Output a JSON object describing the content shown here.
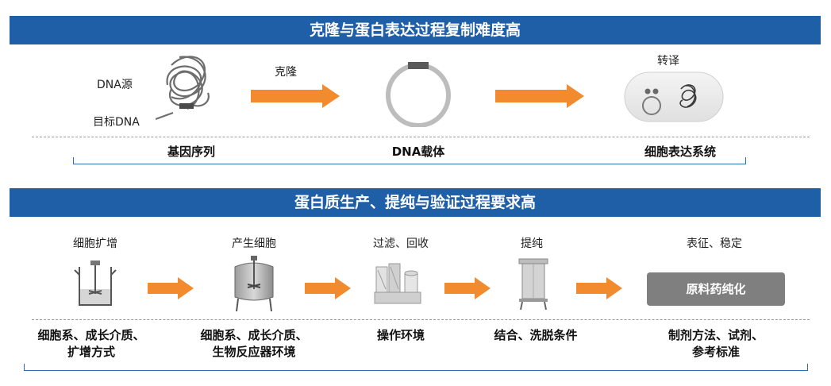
{
  "section1": {
    "title": "克隆与蛋白表达过程复制难度高",
    "dna_label": "DNA源",
    "target_label": "目标DNA",
    "arrow1_label": "克隆",
    "arrow2_label": "转译",
    "stages": [
      "基因序列",
      "DNA载体",
      "细胞表达系统"
    ]
  },
  "section2": {
    "title": "蛋白质生产、提纯与验证过程要求高",
    "steps": [
      {
        "top": "细胞扩增",
        "bottom": [
          "细胞系、成长介质、",
          "扩增方式"
        ]
      },
      {
        "top": "产生细胞",
        "bottom": [
          "细胞系、成长介质、",
          "生物反应器环境"
        ]
      },
      {
        "top": "过滤、回收",
        "bottom": [
          "操作环境"
        ]
      },
      {
        "top": "提纯",
        "bottom": [
          "结合、洗脱条件"
        ]
      },
      {
        "top": "表征、稳定",
        "bottom": [
          "制剂方法、试剂、",
          "参考标准"
        ]
      }
    ],
    "final_box": "原料药纯化"
  },
  "colors": {
    "banner": "#1f5fa8",
    "arrow": "#f28a2e",
    "bracket": "#2d6db5",
    "final_box": "#7f7f7f"
  }
}
